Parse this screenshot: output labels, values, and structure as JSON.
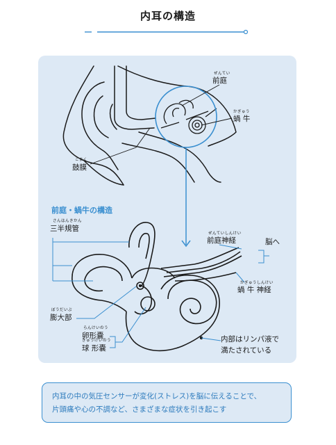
{
  "page": {
    "title": "内耳の構造"
  },
  "diagram": {
    "top_labels": {
      "vestibule": {
        "ruby": "ぜんてい",
        "text": "前庭"
      },
      "cochlea": {
        "ruby": "かぎゅう",
        "text": "蝸 牛"
      },
      "eardrum": {
        "ruby": "こまく",
        "text": "鼓膜"
      }
    },
    "section_title": "前庭・蝸牛の構造",
    "bottom_labels": {
      "semicircular": {
        "ruby": "さんはんきかん",
        "text": "三半規管"
      },
      "ampulla": {
        "ruby": "ぼうだいぶ",
        "text": "膨大部"
      },
      "utricle": {
        "ruby": "らんけいのう",
        "text": "卵形嚢"
      },
      "saccule": {
        "ruby": "きゅうけいのう",
        "text": "球 形嚢"
      },
      "vestibular_nerve": {
        "ruby": "ぜんていしんけい",
        "text": "前庭神経"
      },
      "cochlear_nerve": {
        "ruby": "かぎゅうしんけい",
        "text": "蝸 牛 神経"
      },
      "to_brain": "脳へ",
      "lymph_line1": "内部はリンパ液で",
      "lymph_line2": "満たされている"
    }
  },
  "callout": {
    "line1": "内耳の中の気圧センサーが変化(ストレス)を脳に伝えることで、",
    "line2": "片頭痛や心の不調など、さまざまな症状を引き起こす"
  },
  "colors": {
    "accent": "#3a8fd0",
    "panel": "#dde9f5",
    "line": "#1a1a1a"
  }
}
